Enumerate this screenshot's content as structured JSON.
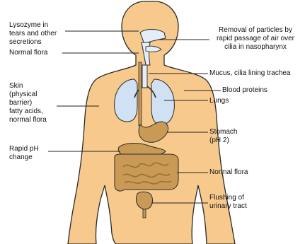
{
  "colors": {
    "skin": "#f7c98c",
    "skin_outline": "#2a2a2a",
    "lungs": "#cfe1f3",
    "airway": "#e4eef8",
    "gut": "#c99a55",
    "gut_dark": "#9a6f36",
    "leader": "#222222"
  },
  "labels": {
    "lysozyme": "Lysozyme in\ntears and other\nsecretions",
    "normal_flora_top": "Normal flora",
    "skin": "Skin\n(physical\nbarrier)\nfatty acids,\nnormal flora",
    "rapid_ph": "Rapid pH\nchange",
    "removal": "Removal of particles by\nrapid passage of air over\ncilia in  nasopharynx",
    "mucus": "Mucus, cilia lining trachea",
    "blood_proteins": "Blood proteins",
    "lungs": "Lungs",
    "stomach": "Stomach\n(pH 2)",
    "normal_flora_bottom": "Normal flora",
    "flushing": "Flushing of\nurinary tract"
  }
}
